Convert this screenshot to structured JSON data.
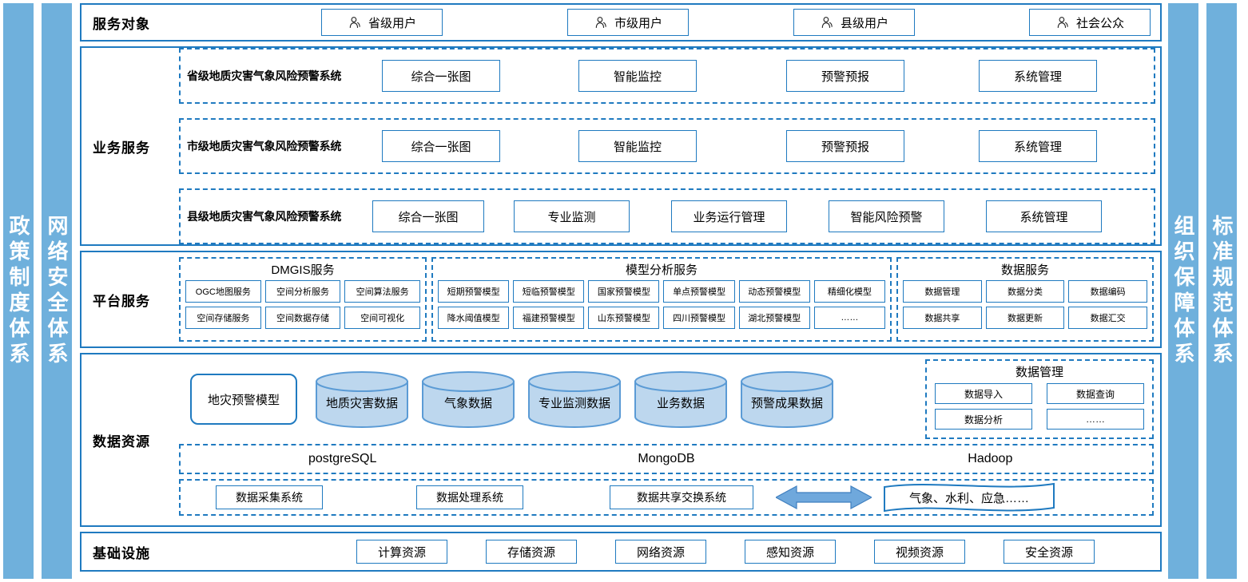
{
  "pillars": {
    "left": [
      {
        "name": "policy-system",
        "label": "政策制度体系"
      },
      {
        "name": "network-security-system",
        "label": "网络安全体系"
      }
    ],
    "right": [
      {
        "name": "organization-guarantee-system",
        "label": "组织保障体系"
      },
      {
        "name": "standard-specification-system",
        "label": "标准规范体系"
      }
    ]
  },
  "colors": {
    "pillar_fill": "#6fb0dc",
    "border_blue": "#1f7ac0",
    "cylinder_fill": "#bdd7ee",
    "cylinder_stroke": "#5b9bd5",
    "arrow_fill": "#6fa8dc"
  },
  "bands": {
    "audience": {
      "label": "服务对象",
      "items": [
        {
          "icon": "user-icon",
          "label": "省级用户"
        },
        {
          "icon": "user-icon",
          "label": "市级用户"
        },
        {
          "icon": "user-icon",
          "label": "县级用户"
        },
        {
          "icon": "user-icon",
          "label": "社会公众"
        }
      ]
    },
    "business": {
      "label": "业务服务",
      "rows": [
        {
          "system": "省级地质灾害气象风险预警系统",
          "items": [
            "综合一张图",
            "智能监控",
            "预警预报",
            "系统管理"
          ]
        },
        {
          "system": "市级地质灾害气象风险预警系统",
          "items": [
            "综合一张图",
            "智能监控",
            "预警预报",
            "系统管理"
          ]
        },
        {
          "system": "县级地质灾害气象风险预警系统",
          "items": [
            "综合一张图",
            "专业监测",
            "业务运行管理",
            "智能风险预警",
            "系统管理"
          ]
        }
      ]
    },
    "platform": {
      "label": "平台服务",
      "groups": [
        {
          "title": "DMGIS服务",
          "items": [
            "OGC地图服务",
            "空间分析服务",
            "空间算法服务",
            "空间存储服务",
            "空间数据存储",
            "空间可视化"
          ]
        },
        {
          "title": "模型分析服务",
          "items": [
            "短期预警模型",
            "短临预警模型",
            "国家预警模型",
            "单点预警模型",
            "动态预警模型",
            "精细化模型",
            "降水阈值模型",
            "福建预警模型",
            "山东预警模型",
            "四川预警模型",
            "湖北预警模型",
            "……"
          ]
        },
        {
          "title": "数据服务",
          "items": [
            "数据管理",
            "数据分类",
            "数据编码",
            "数据共享",
            "数据更新",
            "数据汇交"
          ]
        }
      ]
    },
    "data": {
      "label": "数据资源",
      "model_box": "地灾预警模型",
      "cylinders": [
        "地质灾害数据",
        "气象数据",
        "专业监测数据",
        "业务数据",
        "预警成果数据"
      ],
      "data_management": {
        "title": "数据管理",
        "items": [
          "数据导入",
          "数据查询",
          "数据分析",
          "……"
        ]
      },
      "databases": [
        "postgreSQL",
        "MongoDB",
        "Hadoop"
      ],
      "systems": [
        "数据采集系统",
        "数据处理系统",
        "数据共享交换系统"
      ],
      "exchange_icon": "double-arrow-icon",
      "external": "气象、水利、应急……"
    },
    "infrastructure": {
      "label": "基础设施",
      "items": [
        "计算资源",
        "存储资源",
        "网络资源",
        "感知资源",
        "视频资源",
        "安全资源"
      ]
    }
  }
}
